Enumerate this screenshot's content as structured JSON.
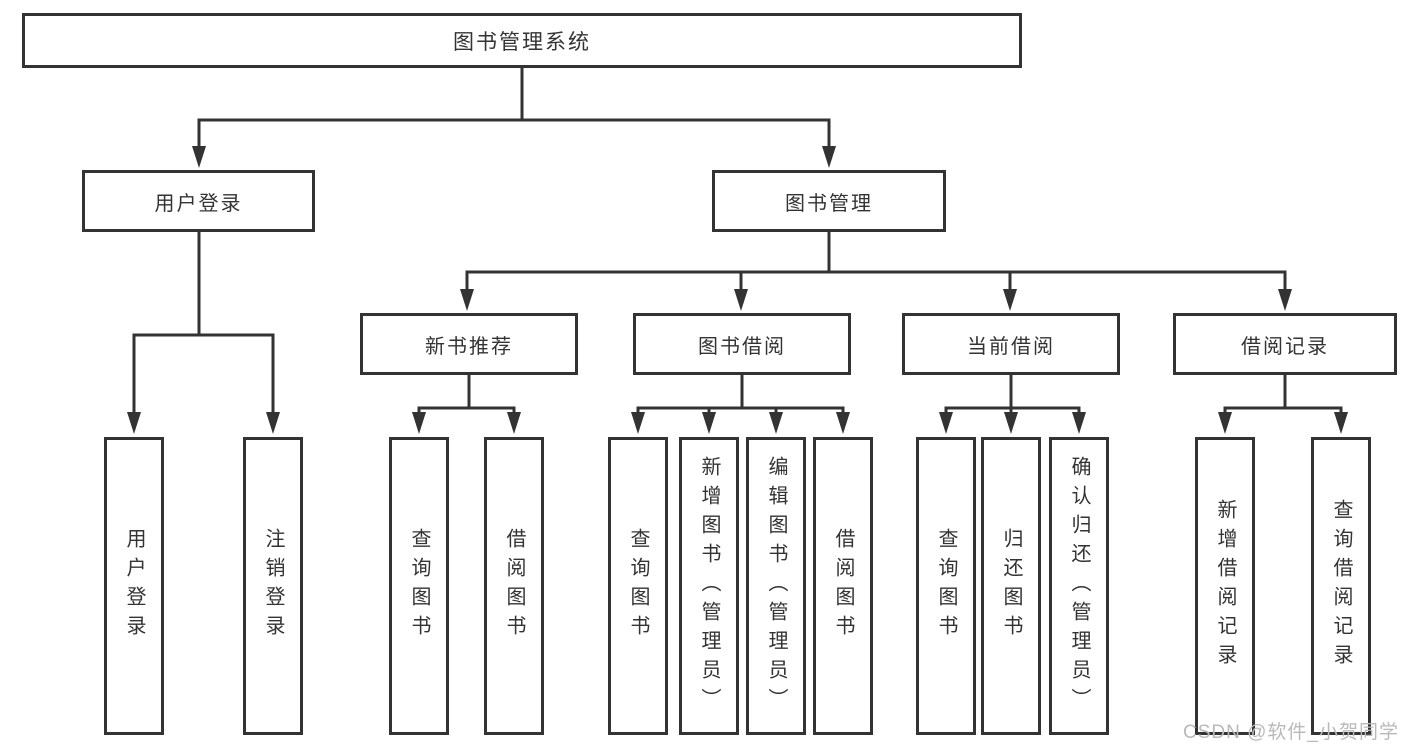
{
  "diagram_type": "hierarchy-tree",
  "tree": {
    "root": {
      "label": "图书管理系统"
    },
    "children": [
      {
        "label": "用户登录",
        "children": [
          {
            "label": "用户登录"
          },
          {
            "label": "注销登录"
          }
        ]
      },
      {
        "label": "图书管理",
        "children": [
          {
            "label": "新书推荐",
            "children": [
              {
                "label": "查询图书"
              },
              {
                "label": "借阅图书"
              }
            ]
          },
          {
            "label": "图书借阅",
            "children": [
              {
                "label": "查询图书"
              },
              {
                "label": "新增图书（管理员）"
              },
              {
                "label": "编辑图书（管理员）"
              },
              {
                "label": "借阅图书"
              }
            ]
          },
          {
            "label": "当前借阅",
            "children": [
              {
                "label": "查询图书"
              },
              {
                "label": "归还图书"
              },
              {
                "label": "确认归还（管理员）"
              }
            ]
          },
          {
            "label": "借阅记录",
            "children": [
              {
                "label": "新增借阅记录"
              },
              {
                "label": "查询借阅记录"
              }
            ]
          }
        ]
      }
    ]
  },
  "watermark": "CSDN @软件_小贺同学",
  "colors": {
    "line": "#333333",
    "box_border": "#333333",
    "text": "#333333",
    "watermark": "#b9b9b9",
    "background": "#ffffff"
  }
}
